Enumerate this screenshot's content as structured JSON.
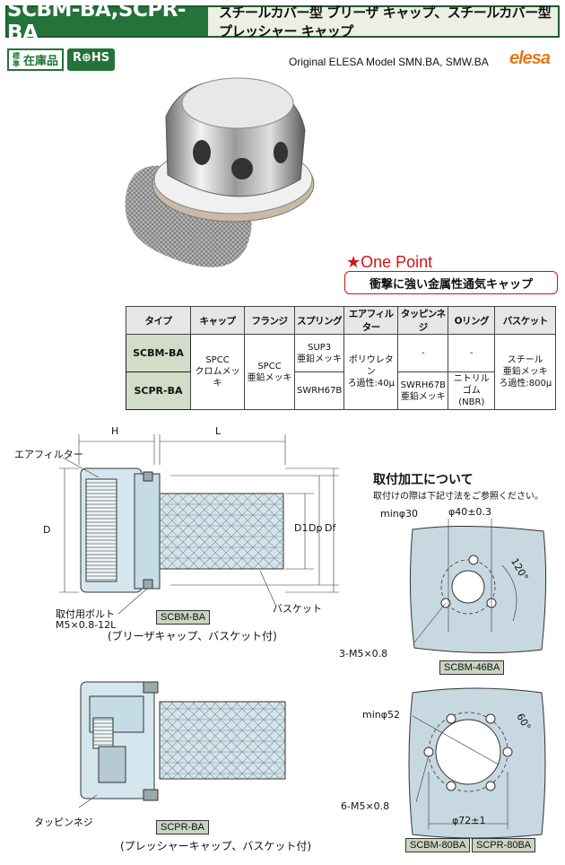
{
  "header": {
    "model": "SCBM-BA,SCPR-BA",
    "title": "スチールカバー型 ブリーザ キャップ、スチールカバー型 プレッシャー キャップ"
  },
  "badges": {
    "stock_small": "標準",
    "stock": "在庫品",
    "rohs": "R⊕HS"
  },
  "original": "Original ELESA Model SMN.BA, SMW.BA",
  "brand": "elesa",
  "onepoint": {
    "title": "★One Point",
    "text": "衝撃に強い金属性通気キャップ"
  },
  "table": {
    "headers": [
      "タイプ",
      "キャップ",
      "フランジ",
      "スプリング",
      "エアフィルター",
      "タッピンネジ",
      "Oリング",
      "バスケット"
    ],
    "type1": "SCBM-BA",
    "type2": "SCPR-BA",
    "cap": "SPCC\nクロムメッキ",
    "flange": "SPCC\n亜鉛メッキ",
    "spring1": "SUP3\n亜鉛メッキ",
    "spring2": "SWRH67B",
    "filter": "ポリウレタン\nろ過性:40μ",
    "screw1": "-",
    "screw2": "SWRH67B\n亜鉛メッキ",
    "oring1": "-",
    "oring2": "ニトリルゴム\n(NBR)",
    "basket": "スチール\n亜鉛メッキ\nろ過性:800μ"
  },
  "drawing": {
    "H": "H",
    "L": "L",
    "D": "D",
    "D1": "D1",
    "Dp": "Dp",
    "Df": "Df",
    "air_filter": "エアフィルター",
    "bolt1": "取付用ボルト",
    "bolt2": "M5×0.8-12L",
    "basket": "バスケット",
    "tag1": "SCBM-BA",
    "caption1": "(ブリーザキャップ、バスケット付)",
    "tapping": "タッピンネジ",
    "tag2": "SCPR-BA",
    "caption2": "(プレッシャーキャップ、バスケット付)"
  },
  "mount": {
    "title": "取付加工について",
    "note": "取付けの際は下記寸法をご参照ください。",
    "min30": "minφ30",
    "d40": "φ40±0.3",
    "angle120": "120°",
    "holes3": "3-M5×0.8",
    "tag46": "SCBM-46BA",
    "min52": "minφ52",
    "angle60": "60°",
    "holes6": "6-M5×0.8",
    "d72": "φ72±1",
    "tag80a": "SCBM-80BA",
    "tag80b": "SCPR-80BA"
  }
}
